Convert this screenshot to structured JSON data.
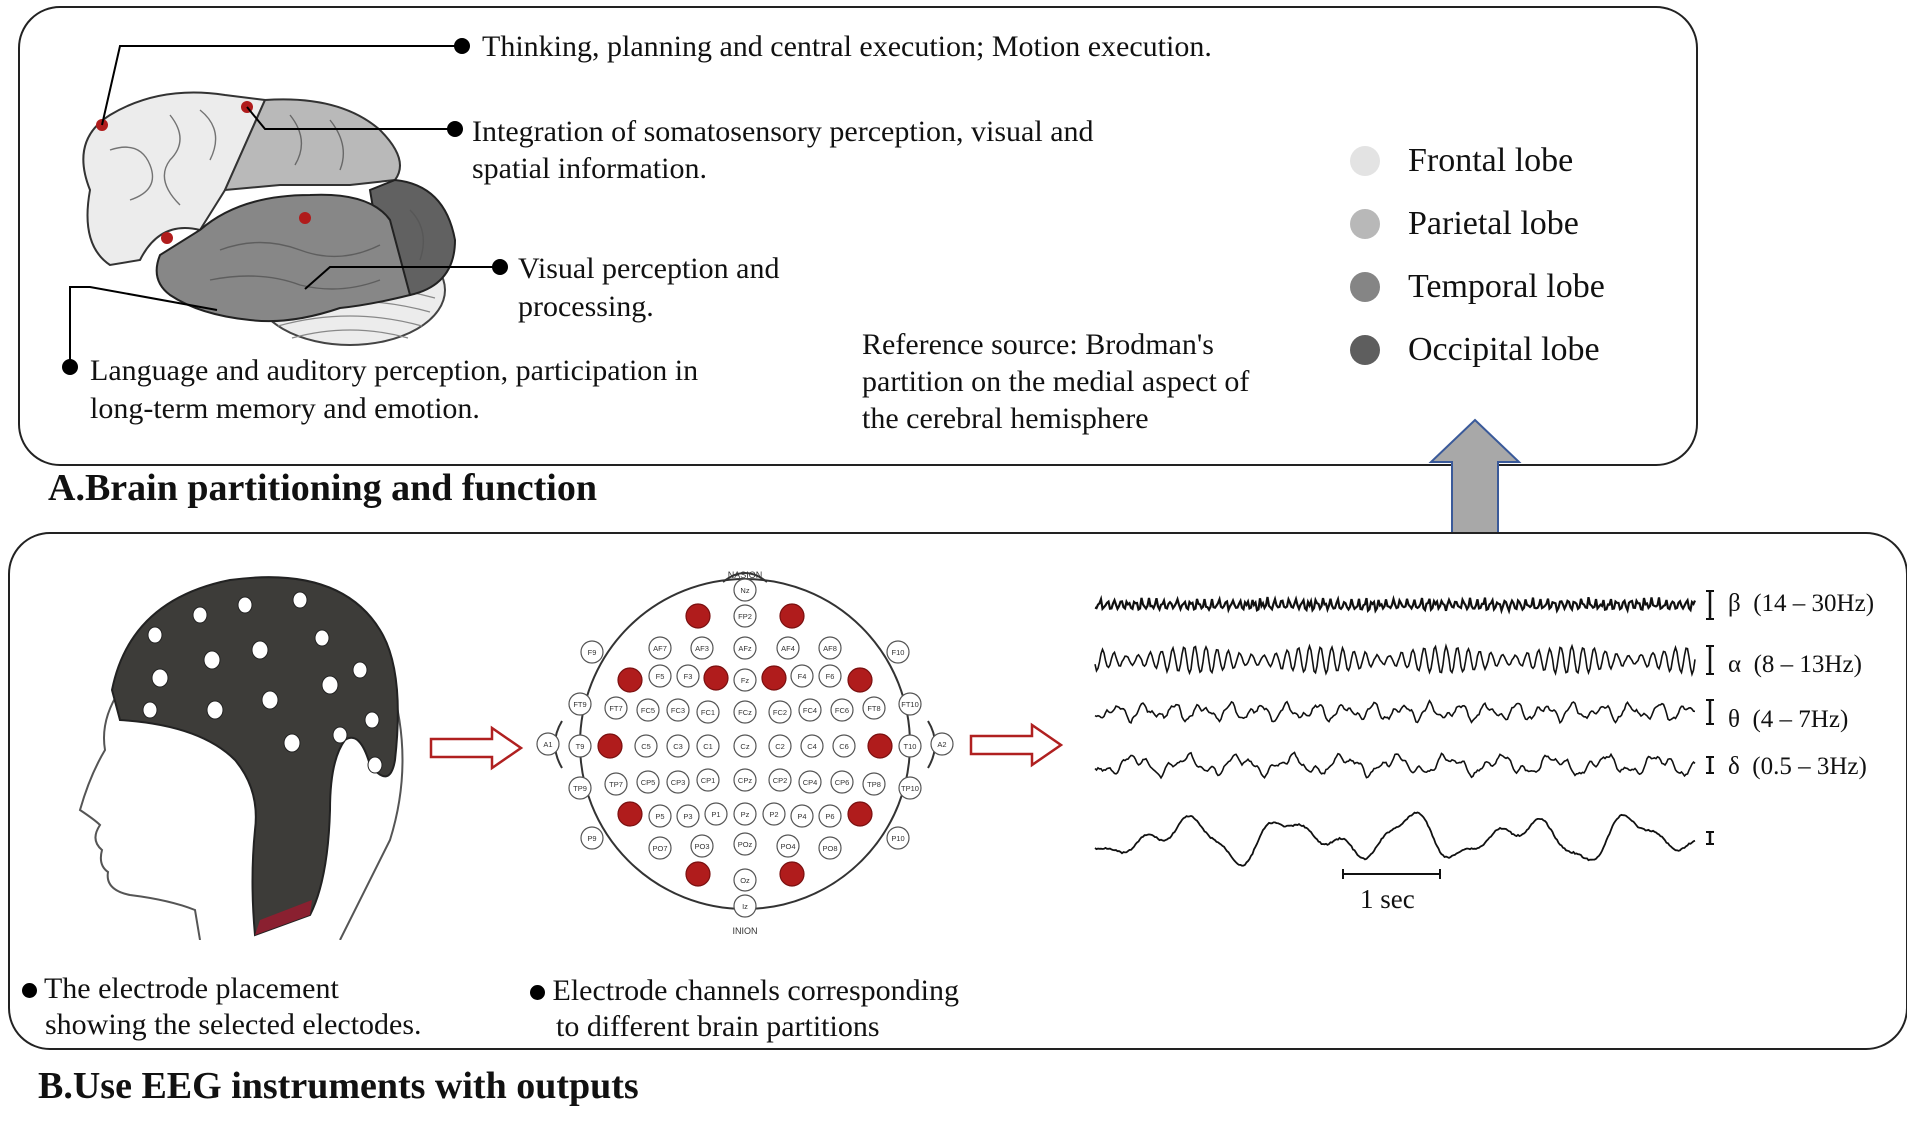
{
  "panel_a": {
    "title": "A.Brain partitioning and function",
    "functions": {
      "frontal": "Thinking, planning and central execution; Motion execution.",
      "parietal_line1": "Integration of somatosensory perception, visual and",
      "parietal_line2": "spatial information.",
      "occipital_line1": "Visual perception and",
      "occipital_line2": "processing.",
      "temporal_line1": "Language and auditory perception, participation in",
      "temporal_line2": "long-term memory and emotion."
    },
    "reference_line1": "Reference source: Brodman's",
    "reference_line2": "partition on the medial aspect of",
    "reference_line3": "the cerebral hemisphere",
    "legend": [
      {
        "label": "Frontal lobe",
        "color": "#e3e3e3"
      },
      {
        "label": "Parietal lobe",
        "color": "#b8b8b8"
      },
      {
        "label": "Temporal lobe",
        "color": "#858585"
      },
      {
        "label": "Occipital lobe",
        "color": "#5e5e5e"
      }
    ]
  },
  "panel_b": {
    "title": "B.Use EEG instruments with outputs",
    "caption_left_line1": "The electrode placement",
    "caption_left_line2": "showing the selected electodes.",
    "caption_mid_line1": "Electrode channels corresponding",
    "caption_mid_line2": "to different brain partitions",
    "montage_top": "NASION",
    "montage_bottom": "INION",
    "bands": [
      {
        "symbol": "β",
        "range": "(14 – 30Hz)"
      },
      {
        "symbol": "α",
        "range": "(8 – 13Hz)"
      },
      {
        "symbol": "θ",
        "range": "(4 – 7Hz)"
      },
      {
        "symbol": "δ",
        "range": "(0.5 – 3Hz)"
      }
    ],
    "scale_label": "1 sec"
  },
  "colors": {
    "selected_electrode": "#b01c1c",
    "arrow_outline": "#b02020",
    "up_arrow_fill": "#a8a8a8",
    "up_arrow_stroke": "#3a5a9a"
  }
}
